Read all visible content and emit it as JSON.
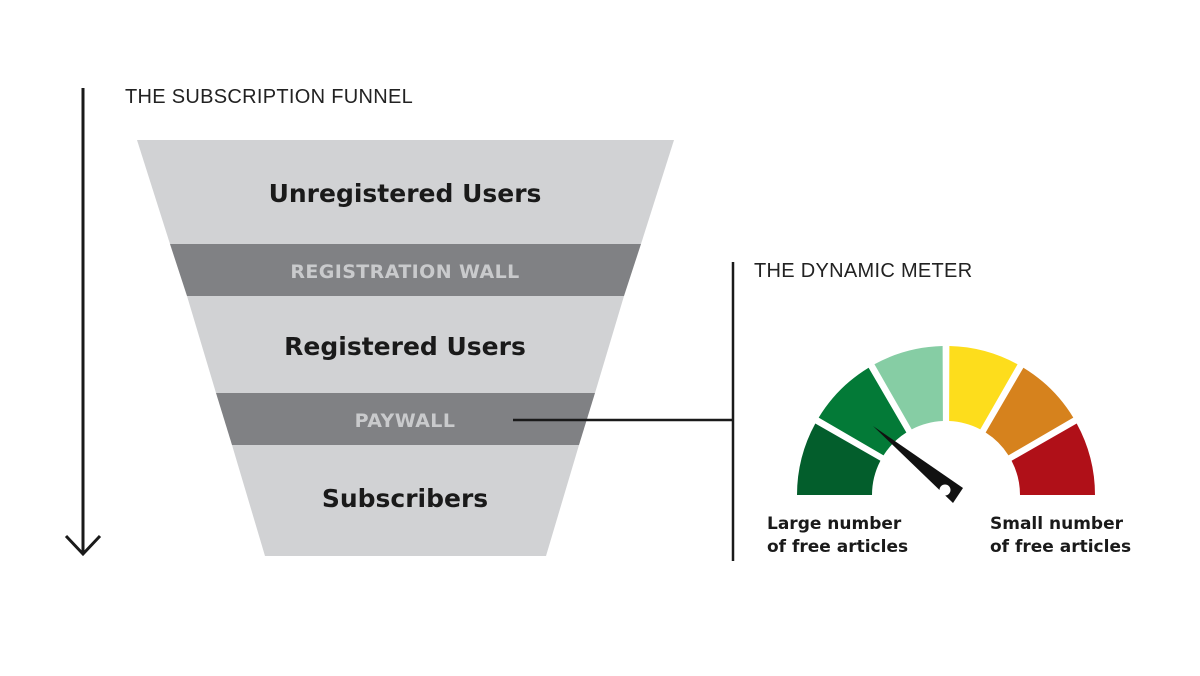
{
  "funnel": {
    "title": "THE SUBSCRIPTION FUNNEL",
    "stages": [
      {
        "label": "Unregistered Users"
      },
      {
        "label": "REGISTRATION WALL"
      },
      {
        "label": "Registered Users"
      },
      {
        "label": "PAYWALL"
      },
      {
        "label": "Subscribers"
      }
    ]
  },
  "meter": {
    "title": "THE DYNAMIC METER",
    "left_label_line1": "Large number",
    "left_label_line2": "of free articles",
    "right_label_line1": "Small number",
    "right_label_line2": "of free articles",
    "segment_colors": [
      "#035e2c",
      "#037a37",
      "#86cda4",
      "#fddd1c",
      "#d6821d",
      "#b01018"
    ]
  },
  "colors": {
    "stage_fill": "#d1d2d4",
    "wall_fill": "#808184",
    "wall_text": "#c9cacc",
    "line": "#1a1a1a"
  }
}
